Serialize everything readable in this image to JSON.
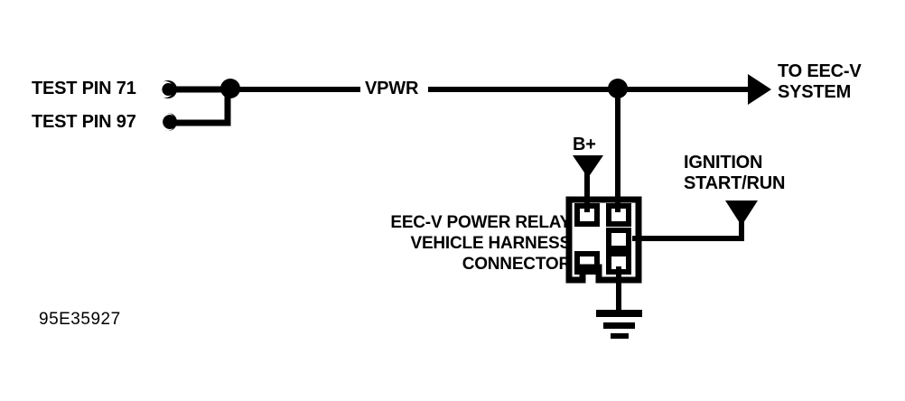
{
  "diagram": {
    "figure_number": "95E35927",
    "labels": {
      "test_pin_71": "TEST PIN 71",
      "test_pin_97": "TEST PIN 97",
      "vpwr": "VPWR",
      "to_eecv_line1": "TO EEC-V",
      "to_eecv_line2": "SYSTEM",
      "b_plus": "B+",
      "ignition_line1": "IGNITION",
      "ignition_line2": "START/RUN",
      "connector_line1": "EEC-V POWER RELAY",
      "connector_line2": "VEHICLE HARNESS",
      "connector_line3": "CONNECTOR"
    },
    "colors": {
      "ink": "#000000",
      "background": "#ffffff"
    },
    "components": {
      "connector_terminals": 5,
      "junction_dots": 2,
      "ground_symbol": "chassis-ground",
      "arrow_count": 3
    }
  }
}
